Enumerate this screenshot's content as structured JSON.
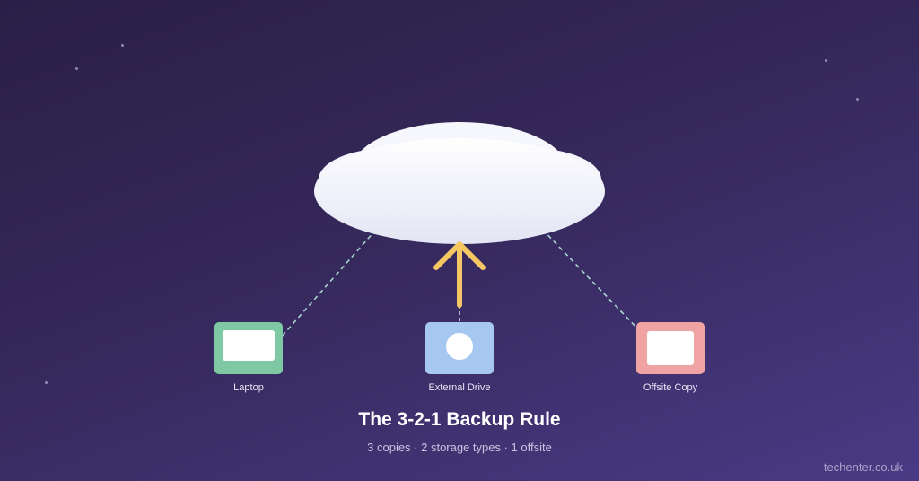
{
  "diagram": {
    "title": "The 3-2-1 Backup Rule",
    "subtitle": "3 copies · 2 storage types · 1 offsite",
    "nodes": [
      {
        "label": "Laptop",
        "color": "#7ec8a4",
        "icon": "laptop-icon"
      },
      {
        "label": "External Drive",
        "color": "#a6c8f0",
        "icon": "drive-icon"
      },
      {
        "label": "Offsite Copy",
        "color": "#f0a3a3",
        "icon": "offsite-icon"
      }
    ],
    "cloud": {
      "icon": "cloud-icon",
      "color": "#f4f5fc"
    },
    "arrow": {
      "icon": "upload-arrow-icon",
      "color": "#f6c864"
    },
    "connector_color": "#a9d8d0"
  },
  "footer": {
    "watermark": "techenter.co.uk"
  }
}
